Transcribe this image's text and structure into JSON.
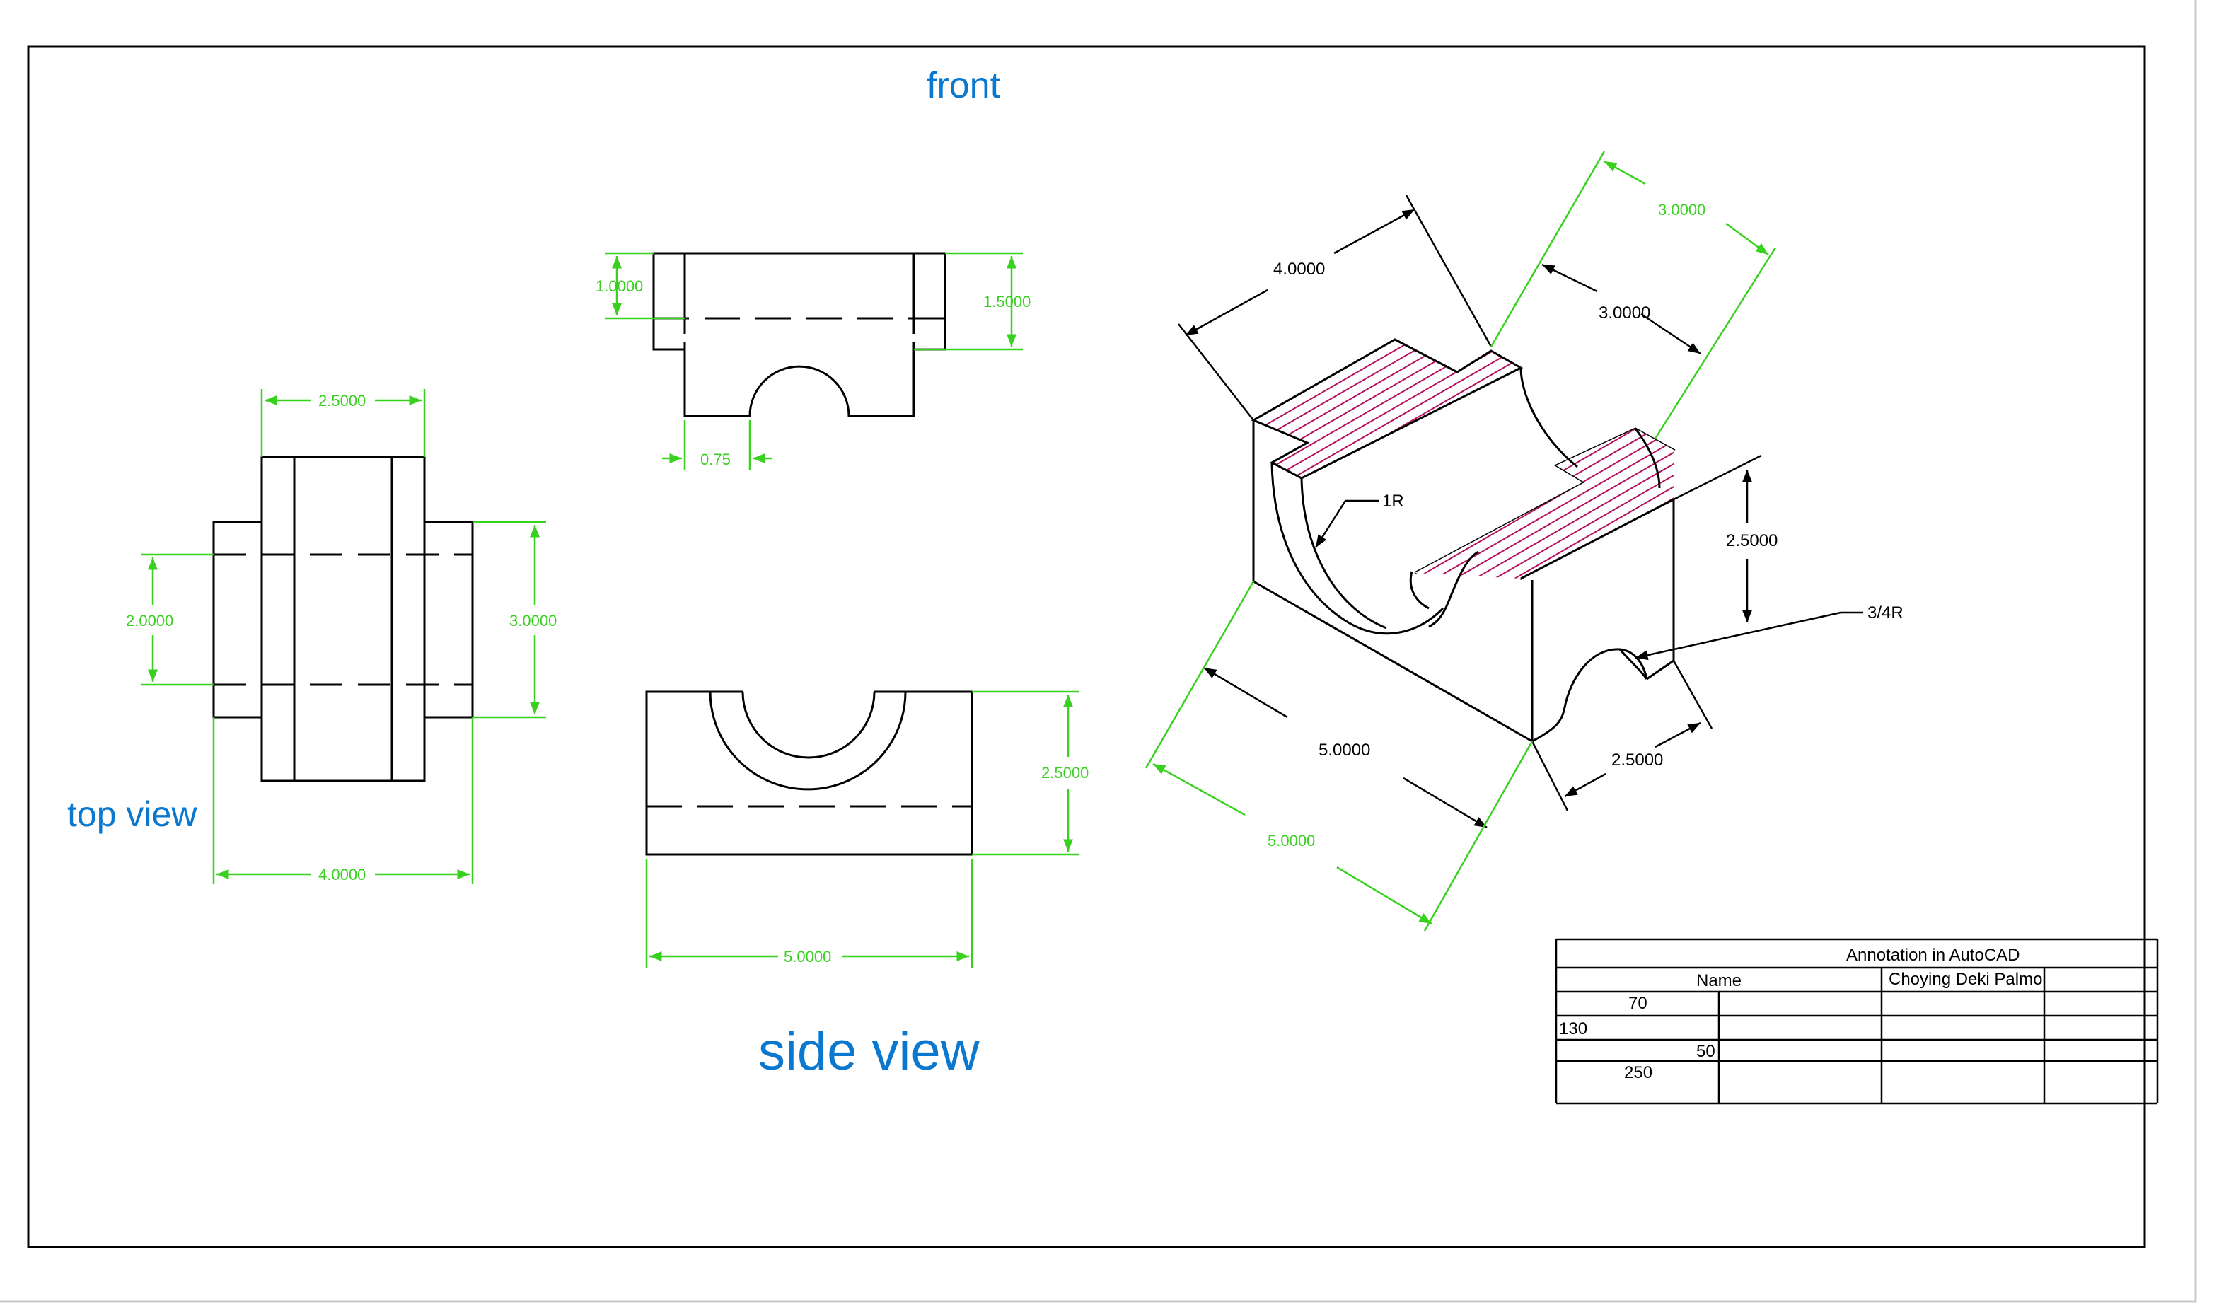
{
  "colors": {
    "geometry": "#000000",
    "dimension": "#39d11f",
    "view_label": "#0b78cf",
    "hatch": "#b5105e",
    "sheet_border": "#c8c8c8"
  },
  "labels": {
    "front": "front",
    "top_view": "top view",
    "side_view": "side view"
  },
  "front_view": {
    "dim_left": "1.0000",
    "dim_right": "1.5000",
    "dim_bottom": "0.75"
  },
  "top_view": {
    "dim_top": "2.5000",
    "dim_left": "2.0000",
    "dim_right": "3.0000",
    "dim_bottom": "4.0000"
  },
  "side_view": {
    "dim_right": "2.5000",
    "dim_bottom": "5.0000"
  },
  "iso_view": {
    "dim_top_left": "4.0000",
    "dim_top_right_outer": "3.0000",
    "dim_top_right_inner": "3.0000",
    "dim_height": "2.5000",
    "dim_bottom_left_inner": "5.0000",
    "dim_bottom_left_outer": "5.0000",
    "dim_bottom_right": "2.5000",
    "leader_1": "1R",
    "leader_2": "3/4R"
  },
  "title_block": {
    "title": "Annotation in AutoCAD",
    "name_label": "Name",
    "name_value": "Choying Deki Palmo",
    "n70": "70",
    "n130": "130",
    "n50": "50",
    "n250": "250"
  }
}
